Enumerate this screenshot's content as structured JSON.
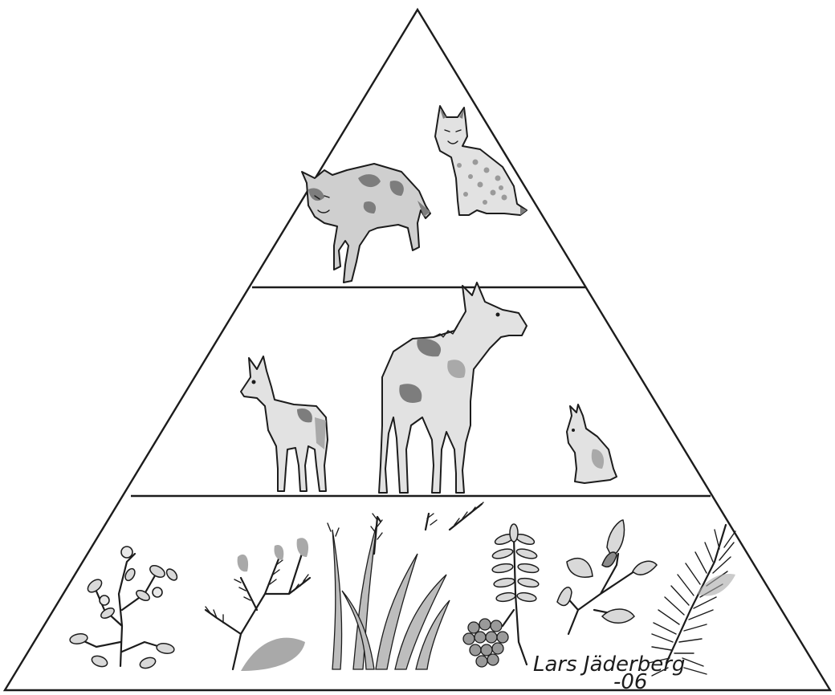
{
  "signature": {
    "name": "Lars Jäderberg",
    "year": "-06"
  },
  "levels": [
    {
      "id": "predators",
      "animals": [
        "wolf",
        "lynx"
      ]
    },
    {
      "id": "herbivores",
      "animals": [
        "roe-deer",
        "moose",
        "hare"
      ]
    },
    {
      "id": "plants",
      "items": [
        "blueberry-shrub",
        "heather",
        "grass",
        "rowan",
        "birch-twig",
        "spruce-branch"
      ]
    }
  ]
}
